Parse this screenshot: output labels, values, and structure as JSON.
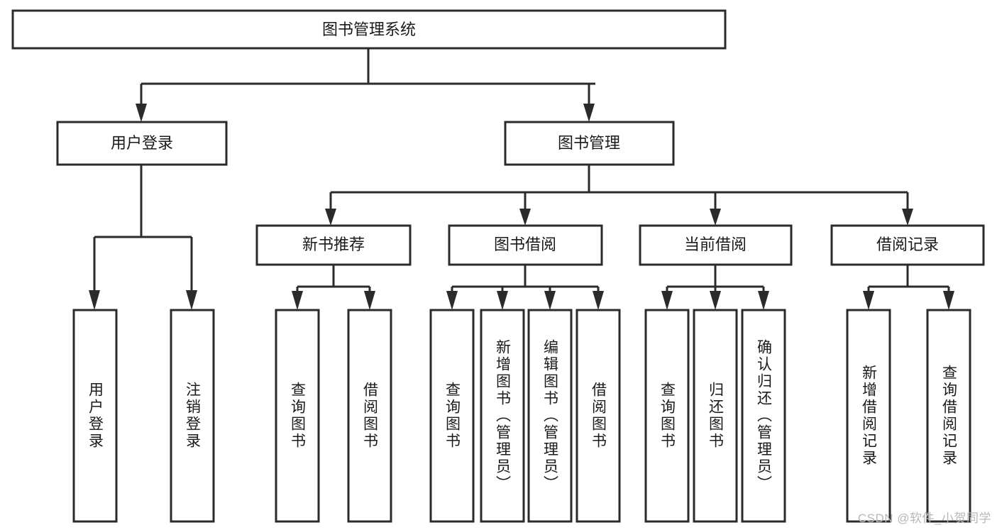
{
  "diagram": {
    "title": "图书管理系统",
    "watermark": "CSDN @软件_小贺同学",
    "colors": {
      "stroke": "#2b2b2b",
      "box_fill": "#ffffff",
      "text": "#1a1a1a",
      "background": "#ffffff",
      "watermark": "#b8b8b8"
    },
    "levels": {
      "root": {
        "label": "图书管理系统"
      },
      "level2": [
        {
          "label": "用户登录"
        },
        {
          "label": "图书管理"
        }
      ],
      "level3": [
        {
          "label": "新书推荐"
        },
        {
          "label": "图书借阅"
        },
        {
          "label": "当前借阅"
        },
        {
          "label": "借阅记录"
        }
      ],
      "leaves_user_login": [
        {
          "label": "用户登录"
        },
        {
          "label": "注销登录"
        }
      ],
      "leaves_new_book": [
        {
          "label": "查询图书"
        },
        {
          "label": "借阅图书"
        }
      ],
      "leaves_borrow": [
        {
          "label": "查询图书"
        },
        {
          "label": "新增图书（管理员）"
        },
        {
          "label": "编辑图书（管理员）"
        },
        {
          "label": "借阅图书"
        }
      ],
      "leaves_current": [
        {
          "label": "查询图书"
        },
        {
          "label": "归还图书"
        },
        {
          "label": "确认归还（管理员）"
        }
      ],
      "leaves_record": [
        {
          "label": "新增借阅记录"
        },
        {
          "label": "查询借阅记录"
        }
      ]
    }
  }
}
